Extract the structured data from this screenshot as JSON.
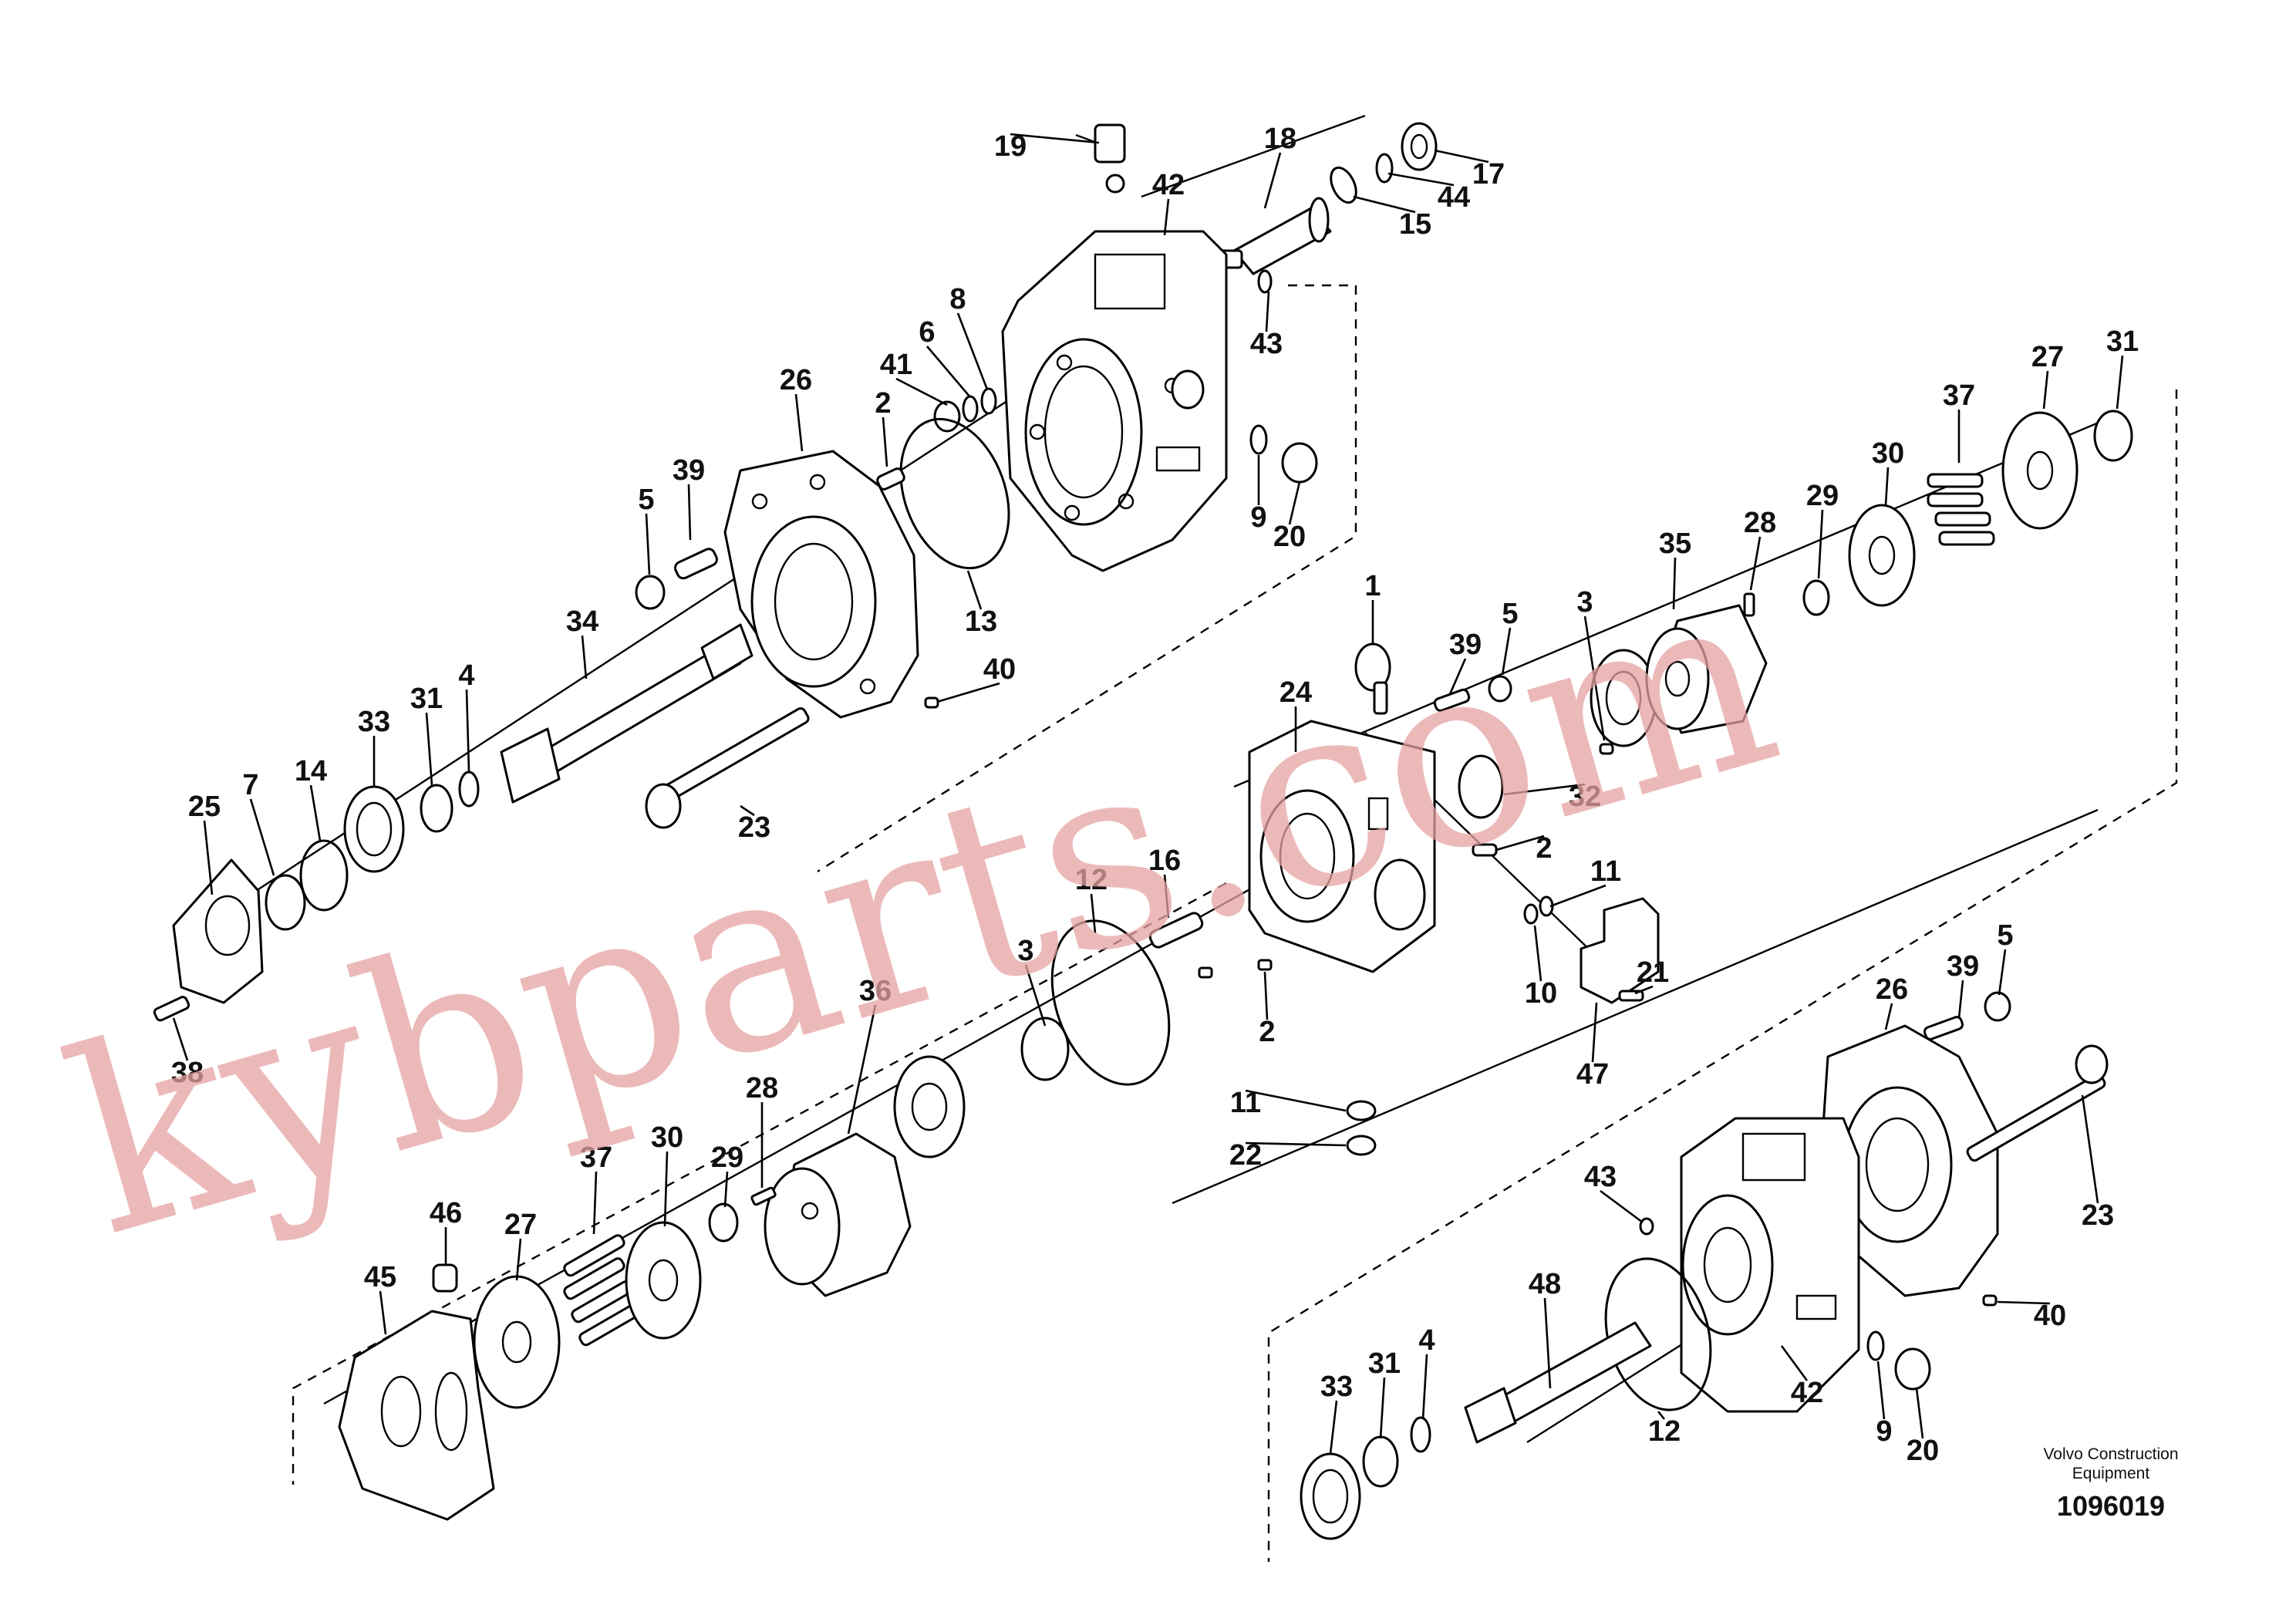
{
  "diagram": {
    "parts_top": [
      "19",
      "18",
      "17",
      "44",
      "15",
      "42",
      "43",
      "8",
      "6",
      "41",
      "26",
      "2",
      "5",
      "39",
      "13",
      "9",
      "20",
      "34",
      "40",
      "4",
      "31",
      "33",
      "14",
      "7",
      "25",
      "38",
      "23"
    ],
    "parts_middle": [
      "1",
      "39",
      "5",
      "3",
      "28",
      "35",
      "37",
      "27",
      "31",
      "29",
      "30",
      "24",
      "32",
      "2",
      "11",
      "10",
      "21",
      "47",
      "16",
      "12",
      "3",
      "2",
      "11",
      "22",
      "36"
    ],
    "parts_bottom": [
      "46",
      "45",
      "27",
      "37",
      "30",
      "29",
      "28",
      "26",
      "39",
      "5",
      "43",
      "48",
      "23",
      "40",
      "33",
      "31",
      "4",
      "12",
      "9",
      "20",
      "42"
    ],
    "watermark": "kybparts.com",
    "caption_line1": "Volvo Construction",
    "caption_line2": "Equipment",
    "drawing_number": "1096019",
    "colors": {
      "line": "#000000",
      "watermark": "#e6a2a2",
      "background": "#ffffff"
    }
  }
}
